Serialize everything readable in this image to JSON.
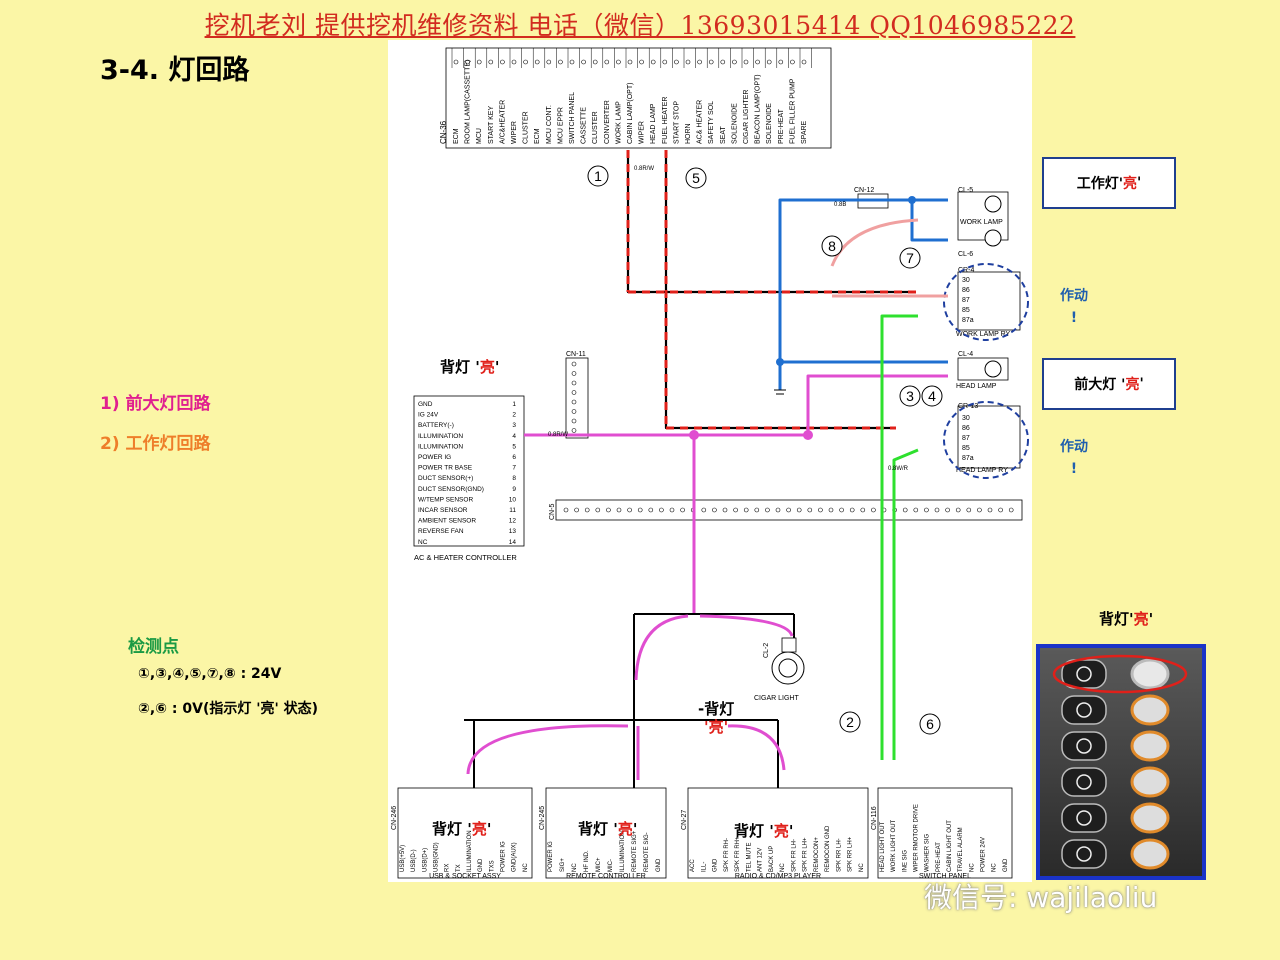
{
  "header": {
    "banner": "挖机老刘 提供挖机维修资料 电话（微信）13693015414 QQ1046985222"
  },
  "title": "3-4. 灯回路",
  "circuits": [
    {
      "label": "1) 前大灯回路",
      "color": "#e0208f"
    },
    {
      "label": "2) 工作灯回路",
      "color": "#ee7e2a"
    }
  ],
  "check_points": {
    "title": "检测点",
    "lines": [
      "①,③,④,⑤,⑦,⑧ : 24V",
      "②,⑥ : 0V(指示灯 '亮' 状态)"
    ]
  },
  "callouts": {
    "worklamp": {
      "prefix": "工作灯'",
      "state": "亮",
      "suffix": "'"
    },
    "headlamp": {
      "prefix": "前大灯 '",
      "state": "亮",
      "suffix": "'"
    }
  },
  "action_label": "作动\n!",
  "backlight": {
    "prefix": "背灯 '",
    "state": "亮",
    "suffix": "'"
  },
  "backlight_photo_label": {
    "prefix": "背灯'",
    "state": "亮",
    "suffix": "'"
  },
  "backlight_mid": {
    "line1": "-背灯",
    "line2": "'亮'"
  },
  "numbered_points": [
    "1",
    "2",
    "3",
    "4",
    "5",
    "6",
    "7",
    "8"
  ],
  "connectors": {
    "cn36": {
      "name": "CN-36",
      "pins": [
        "ECM",
        "ROOM LAMP(CASSETTE)",
        "MCU",
        "START KEY",
        "A/C&HEATER",
        "WIPER",
        "CLUSTER",
        "ECM",
        "MCU CONT.",
        "MCU EPPR",
        "SWITCH PANEL",
        "CASSETTE",
        "CLUSTER",
        "CONVERTER",
        "WORK LAMP",
        "CABIN LAMP(OPT)",
        "WIPER",
        "HEAD LAMP",
        "FUEL HEATER",
        "START STOP",
        "HORN",
        "AC& HEATER",
        "SAFETY SOL",
        "SEAT",
        "SOLENOIDE",
        "CIGAR LIGHTER",
        "BEACON LAMP(OPT)",
        "SOLENOIDE",
        "PRE-HEAT",
        "FUEL FILLER PUMP",
        "SPARE"
      ]
    },
    "cn12": {
      "name": "CN-12"
    },
    "cl5": {
      "name": "CL-5",
      "label": "WORK LAMP"
    },
    "cl6": {
      "name": "CL-6"
    },
    "cr4": {
      "name": "CR-4",
      "label": "WORK LAMP RY",
      "pins": [
        "30",
        "86",
        "87",
        "85",
        "87a"
      ]
    },
    "cl4": {
      "name": "CL-4",
      "label": "HEAD LAMP"
    },
    "cr13": {
      "name": "CR-13",
      "label": "HEAD LAMP RY",
      "pins": [
        "30",
        "86",
        "87",
        "85",
        "87a"
      ]
    },
    "cn11": {
      "name": "CN-11"
    },
    "ac_heater": {
      "name": "AC & HEATER CONTROLLER",
      "pins": [
        "GND",
        "IG 24V",
        "BATTERY(-)",
        "ILLUMINATION",
        "ILLUMINATION",
        "POWER IG",
        "POWER TR BASE",
        "DUCT SENSOR(+)",
        "DUCT SENSOR(GND)",
        "W/TEMP SENSOR",
        "INCAR SENSOR",
        "AMBIENT SENSOR",
        "REVERSE FAN",
        "NC"
      ]
    },
    "cn5": {
      "name": "CN-5"
    },
    "cl2": {
      "name": "CL-2",
      "label": "CIGAR LIGHT"
    },
    "cn246": {
      "name": "CN-246",
      "label": "USB & SOCKET ASSY",
      "pins": [
        "USB(+5V)",
        "USB(D-)",
        "USB(D+)",
        "USB(GND)",
        "RX",
        "TX",
        "ILLUMINATION",
        "GND",
        "TXS",
        "POWER IG",
        "GND(AUX)",
        "NC"
      ]
    },
    "cn245": {
      "name": "CN-245",
      "label": "REMOTE CONTROLLER",
      "pins": [
        "POWER IG",
        "SIG+",
        "NC",
        "HF IND.",
        "MIC+",
        "MIC-",
        "ILLUMINATION",
        "REMOTE SIG+",
        "REMOTE SIG-",
        "GND"
      ]
    },
    "cn27": {
      "name": "CN-27",
      "label": "RADIO & CD/MP3 PLAYER",
      "pins": [
        "ACC",
        "ILL-",
        "GND",
        "SPK FR RH-",
        "SPK FR RH+",
        "TEL MUTE",
        "ANT 12V",
        "BACK UP",
        "NC",
        "SPK FR LH-",
        "SPK FR LH+",
        "REMOCON+",
        "REMOCON GND",
        "SPK RR LH-",
        "SPK RR LH+",
        "NC"
      ]
    },
    "cn116": {
      "name": "CN-116",
      "label": "SWITCH PANEL",
      "pins": [
        "HEAD LIGHT OUT",
        "WORK LIGHT OUT",
        "INE SIG",
        "WIPER RMOTOR DRIVE",
        "WASHER SIG",
        "PRE-HEAT",
        "CABIN LIGHT OUT",
        "TRAVEL ALARM",
        "NC",
        "POWER 24V",
        "NC",
        "GND"
      ]
    }
  },
  "wire_labels": {
    "red_dashed": "0.8R/W",
    "pink": "0.8R/W",
    "green": "0.8W/R",
    "blue": "0.8B"
  },
  "watermark": "微信号: wajilaoliu",
  "colors": {
    "background": "#fbf6a6",
    "banner": "#d22b1f",
    "headlamp_circuit": "#e0208f",
    "worklamp_circuit": "#ee7e2a",
    "check_title": "#1a9a44",
    "blue_wire": "#1f6fd0",
    "green_wire": "#2ee02e",
    "pink_wire": "#e04ed0",
    "red_wire": "#e0201a"
  }
}
